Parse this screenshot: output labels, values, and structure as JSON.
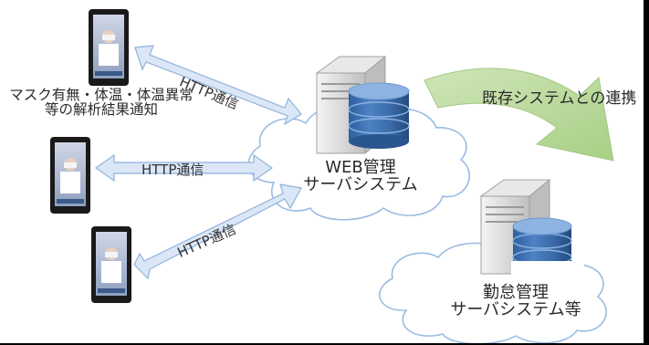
{
  "devices": {
    "caption_line1": "マスク有無・体温・体温異常",
    "caption_line2": "等の解析結果通知"
  },
  "connections": {
    "label_top": "HTTP通信",
    "label_middle": "HTTP通信",
    "label_bottom": "HTTP通信"
  },
  "web_server": {
    "line1": "WEB管理",
    "line2": "サーバシステム"
  },
  "integration": {
    "label": "既存システムとの連携"
  },
  "existing_system": {
    "line1": "勤怠管理",
    "line2": "サーバシステム等"
  },
  "colors": {
    "arrow_fill": "#dbe7f6",
    "arrow_stroke": "#8fb2dc",
    "cloud_stroke": "#9bbbe3",
    "db_top": "#8db3e2",
    "db_body": "#3f73b3",
    "green_arrow": "#b7d79a"
  }
}
